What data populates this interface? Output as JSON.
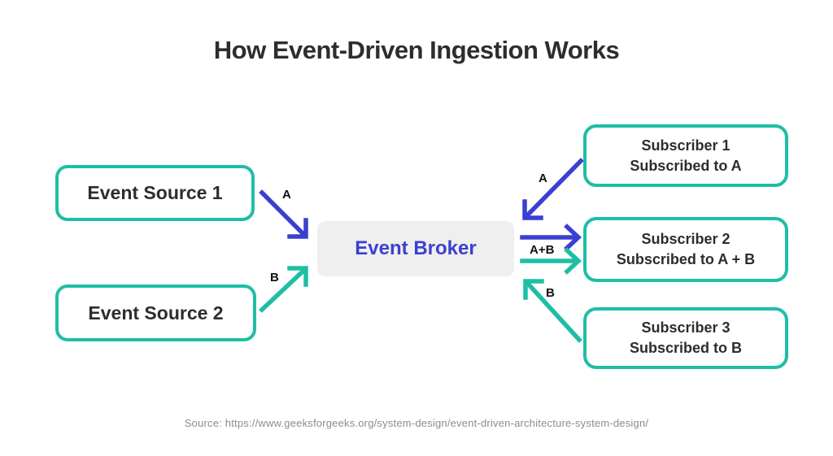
{
  "title": "How Event-Driven Ingestion Works",
  "colors": {
    "teal": "#1EBEA5",
    "blue": "#3B3FD1",
    "ink": "#2D2D2D",
    "broker_bg": "#EFEFEF",
    "muted": "#8C8C8C",
    "canvas_bg": "#FFFFFF"
  },
  "nodes": {
    "event_source_1": {
      "label": "Event Source 1"
    },
    "event_source_2": {
      "label": "Event Source 2"
    },
    "event_broker": {
      "label": "Event Broker"
    },
    "subscriber_1": {
      "title": "Subscriber 1",
      "subtitle": "Subscribed to A"
    },
    "subscriber_2": {
      "title": "Subscriber 2",
      "subtitle": "Subscribed to A + B"
    },
    "subscriber_3": {
      "title": "Subscriber 3",
      "subtitle": "Subscribed to B"
    }
  },
  "edges": {
    "source1_to_broker": {
      "label": "A"
    },
    "source2_to_broker": {
      "label": "B"
    },
    "subscriber1_broker": {
      "label": "A"
    },
    "broker_to_subscriber2": {
      "label": "A+B"
    },
    "subscriber3_broker": {
      "label": "B"
    }
  },
  "footer": {
    "source": "Source: https://www.geeksforgeeks.org/system-design/event-driven-architecture-system-design/"
  }
}
